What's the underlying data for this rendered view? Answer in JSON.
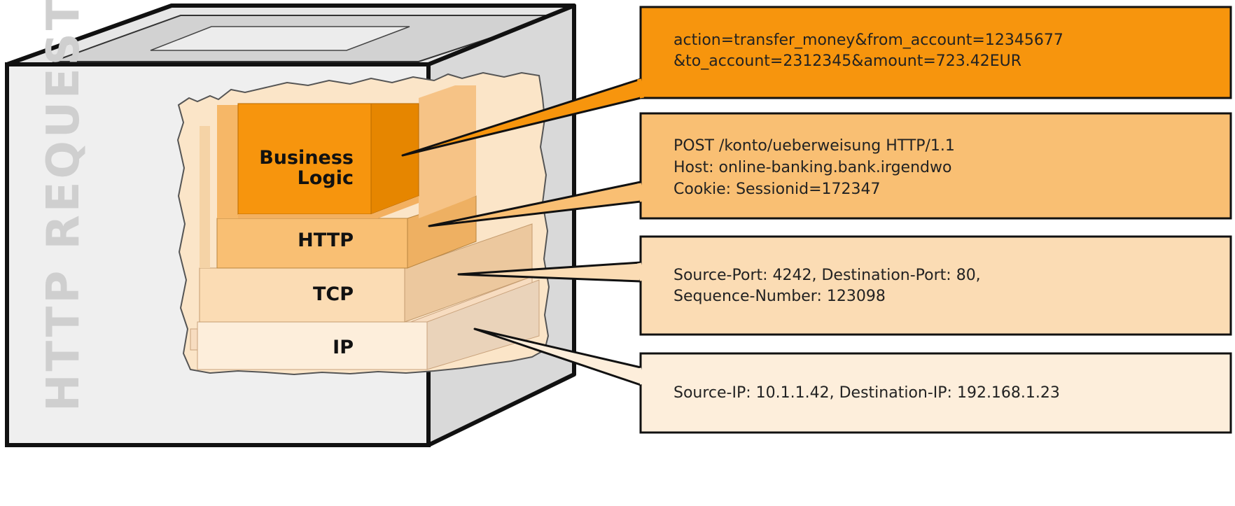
{
  "cube": {
    "title": "HTTP REQUEST"
  },
  "layers": [
    {
      "id": "business",
      "lines": [
        "Business",
        "Logic"
      ]
    },
    {
      "id": "http",
      "lines": [
        "HTTP"
      ]
    },
    {
      "id": "tcp",
      "lines": [
        "TCP"
      ]
    },
    {
      "id": "ip",
      "lines": [
        "IP"
      ]
    }
  ],
  "callouts": [
    {
      "id": "business",
      "lines": [
        "action=transfer_money&from_account=12345677",
        "&to_account=2312345&amount=723.42EUR"
      ]
    },
    {
      "id": "http",
      "lines": [
        "POST /konto/ueberweisung HTTP/1.1",
        "Host:  online-banking.bank.irgendwo",
        "Cookie: Sessionid=172347"
      ]
    },
    {
      "id": "tcp",
      "lines": [
        "Source-Port: 4242, Destination-Port: 80,",
        "Sequence-Number: 123098"
      ]
    },
    {
      "id": "ip",
      "lines": [
        "Source-IP: 10.1.1.42, Destination-IP: 192.168.1.23"
      ]
    }
  ],
  "colors": {
    "business": "#f7950d",
    "http": "#f9bf73",
    "tcp": "#fbdcb4",
    "ip": "#fdeedb",
    "cube_face": "#efefef",
    "cube_side": "#d6d6d6",
    "outline": "#111111"
  }
}
